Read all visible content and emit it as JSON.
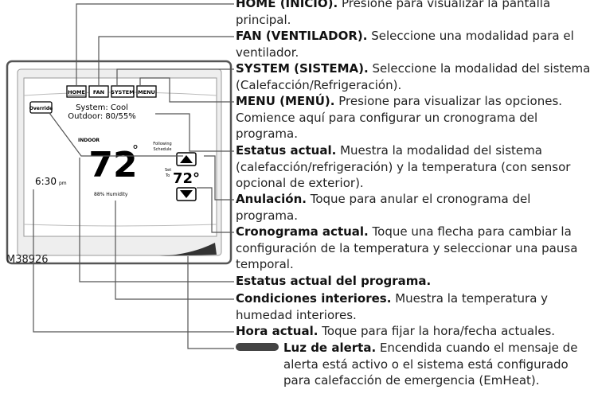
{
  "figure_code": "M38926",
  "screen": {
    "buttons": [
      "HOME",
      "FAN",
      "SYSTEM",
      "MENU"
    ],
    "override": "Override",
    "system_line": "System: Cool",
    "outdoor_line": "Outdoor: 80/55%",
    "indoor_label": "INDOOR",
    "indoor_temp": "72",
    "degree": "°",
    "humidity": "88% Humidity",
    "time": "6:30",
    "ampm": "pm",
    "following": "Following",
    "schedule": "Schedule",
    "set": "Set",
    "to": "To",
    "set_temp": "72°"
  },
  "annotations": [
    {
      "title": "HOME (INICIO).",
      "text": "Presione para visualizar la pantalla principal."
    },
    {
      "title": "FAN (VENTILADOR).",
      "text": "Seleccione una modalidad para el ventilador."
    },
    {
      "title": "SYSTEM (SISTEMA).",
      "text": "Seleccione la modalidad del sistema (Calefacción/Refrigeración)."
    },
    {
      "title": "MENU (MENÚ).",
      "text": "Presione para visualizar las opciones. Comience aquí para configurar un cronograma del programa."
    },
    {
      "title": "Estatus actual.",
      "text": "Muestra la modalidad del sistema (calefacción/refrigeración) y la temperatura (con sensor opcional de exterior)."
    },
    {
      "title": "Anulación.",
      "text": "Toque para anular el cronograma del programa."
    },
    {
      "title": "Cronograma actual.",
      "text": "Toque una flecha para cambiar la configuración de la temperatura y seleccionar una pausa temporal."
    },
    {
      "title": "Estatus actual del programa.",
      "text": ""
    },
    {
      "title": "Condiciones interiores.",
      "text": "Muestra la temperatura y humedad interiores."
    },
    {
      "title": "Hora actual.",
      "text": "Toque para fijar la hora/fecha actuales."
    },
    {
      "title": "Luz de alerta.",
      "text": "Encendida cuando el mensaje de alerta está activo o el sistema está configurado para calefacción de emergencia (EmHeat)."
    }
  ]
}
